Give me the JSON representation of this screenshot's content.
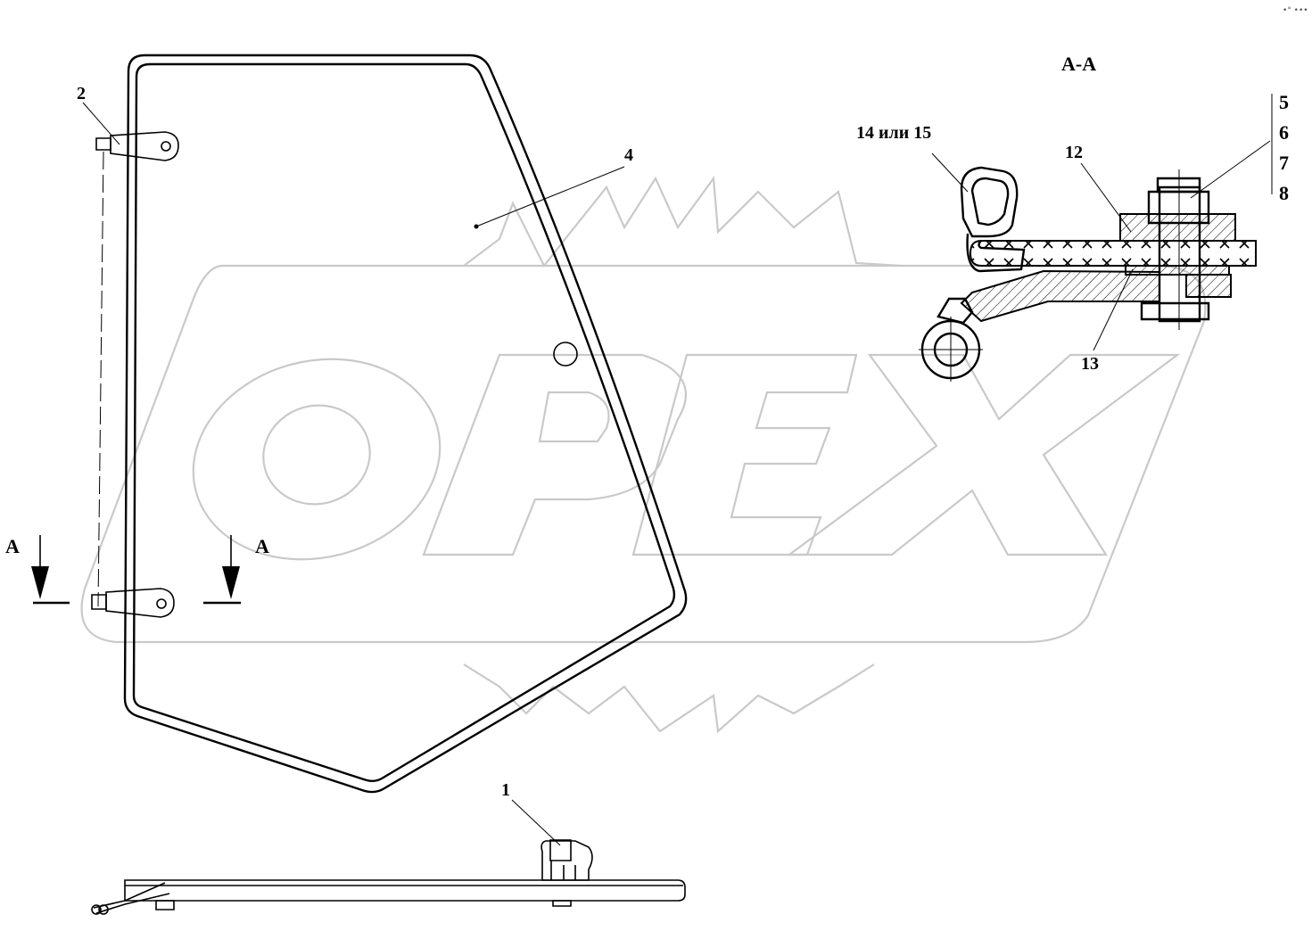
{
  "watermark": {
    "text": "OPEX"
  },
  "section": {
    "title": "А-А"
  },
  "callouts": {
    "c1": "1",
    "c2": "2",
    "c4": "4",
    "c5": "5",
    "c6": "6",
    "c7": "7",
    "c8": "8",
    "c12": "12",
    "c13": "13",
    "c14_15": "14 или 15",
    "cut_left": "А",
    "cut_right": "А"
  },
  "corner_mark": "•° •••"
}
